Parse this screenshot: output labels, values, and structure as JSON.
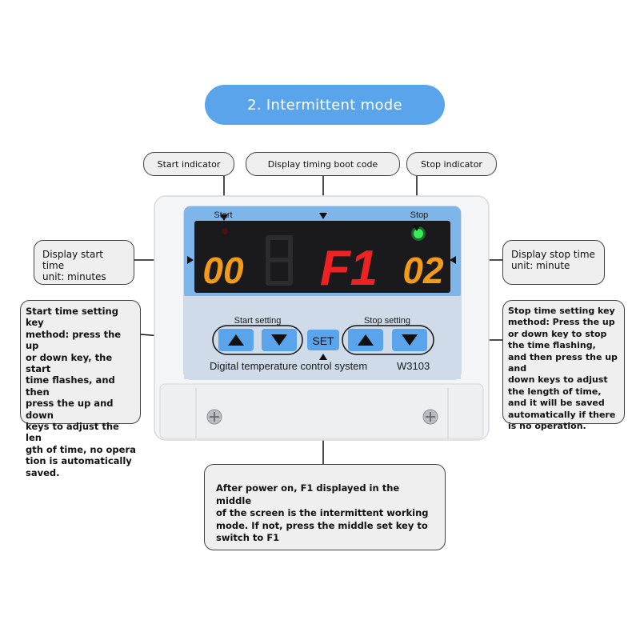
{
  "title": "2. Intermittent mode",
  "callouts": {
    "start_indicator": "Start indicator",
    "boot_code": "Display timing boot code",
    "stop_indicator": "Stop indicator",
    "start_time": "Display start time\nunit: minutes",
    "stop_time": "Display stop time\nunit: minute",
    "start_key": "Start time setting key\nmethod: press the up\nor down key, the start\ntime flashes, and then\npress the up and down\nkeys to adjust the len\ngth of time, no opera\ntion is automatically\nsaved.",
    "stop_key": "Stop time setting key\nmethod: Press the up\nor down key to stop\nthe time flashing,\nand then press the up and\ndown keys to adjust\nthe length of time,\nand it will be saved\nautomatically if there\nis no operation.",
    "power_on": "After power on, F1 displayed in the middle\nof the screen is the intermittent working\nmode. If not, press the middle set key to\nswitch to F1"
  },
  "device": {
    "start_label": "Start",
    "stop_label": "Stop",
    "start_digits": "00",
    "code_digits": "F1",
    "stop_digits": "02",
    "start_setting": "Start setting",
    "stop_setting": "Stop setting",
    "set_key": "SET",
    "brand_text": "Digital temperature control system",
    "model": "W3103"
  },
  "colors": {
    "accent": "#5aa4ec",
    "panel_blue": "#7fb6ea",
    "amber": "#f29a1a",
    "red": "#ee2222",
    "green": "#33ee55"
  }
}
